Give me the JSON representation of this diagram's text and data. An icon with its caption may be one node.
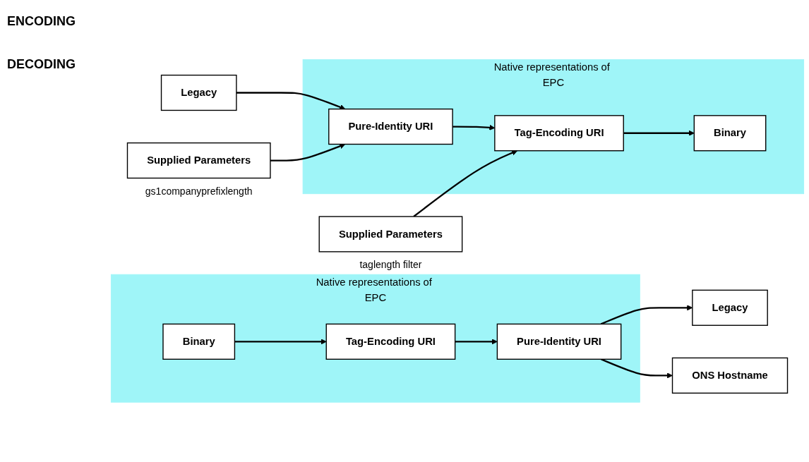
{
  "diagram": {
    "nodes": [
      {
        "text": [
          "Native representations of EPC"
        ]
      },
      {
        "text": [
          "Legacy"
        ]
      },
      {
        "text": [
          "Pure-Identity URI"
        ],
        "in": 0
      },
      {
        "text": [
          "Tag-Encoding URI"
        ],
        "in": 0
      },
      {
        "text": [
          "Binary"
        ],
        "in": 0
      },
      {
        "text": [
          "Supplied Parameters"
        ],
        "beside": [
          "gs1companyprefixlength"
        ]
      },
      {
        "text": [
          "Supplied Parameters"
        ],
        "beside": [
          "taglength filter"
        ]
      },
      {
        "text": [
          "Native representations of EPC"
        ]
      },
      {
        "text": [
          "Binary"
        ],
        "in": 7
      },
      {
        "text": [
          "Tag-Encoding URI"
        ],
        "in": 7
      },
      {
        "text": [
          "Pure-Identity URI"
        ],
        "in": 7
      },
      {
        "text": [
          "Legacy"
        ]
      },
      {
        "text": [
          "ONS Hostname"
        ]
      }
    ],
    "edges": [
      {
        "from": 1,
        "to": 2,
        "arrow": "to"
      },
      {
        "from": 5,
        "to": 2,
        "arrow": "to"
      },
      {
        "from": 2,
        "to": 3,
        "arrow": "to"
      },
      {
        "from": 6,
        "to": 3,
        "arrow": "to"
      },
      {
        "from": 3,
        "to": 4,
        "arrow": "to"
      },
      {
        "from": 8,
        "to": 9,
        "arrow": "to"
      },
      {
        "from": 9,
        "to": 10,
        "arrow": "to"
      },
      {
        "from": 10,
        "to": 11,
        "arrow": "to"
      },
      {
        "from": 10,
        "to": 12,
        "arrow": "to"
      }
    ],
    "labels": [
      "ENCODING",
      "DECODING"
    ]
  }
}
